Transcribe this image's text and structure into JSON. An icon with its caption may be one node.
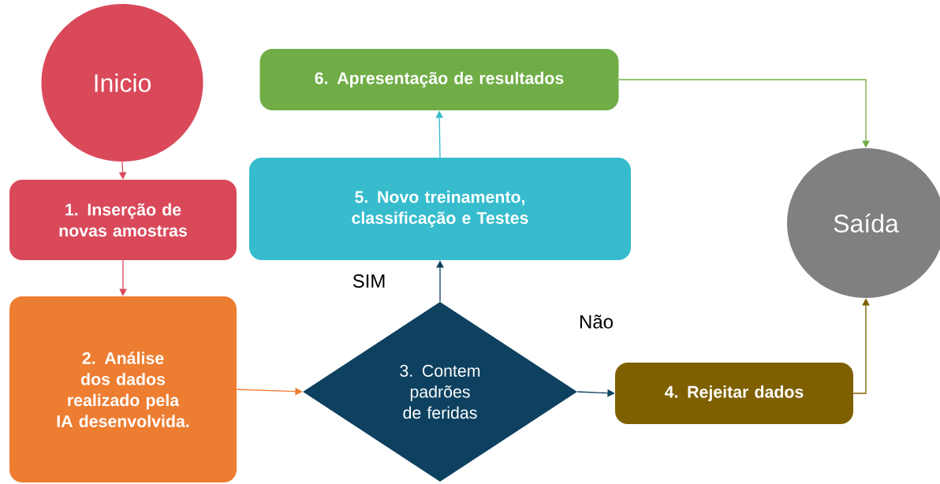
{
  "diagram": {
    "nodes": [
      {
        "text": [
          "Inicio"
        ]
      },
      {
        "text": [
          "1. Inserção de novas amostras"
        ]
      },
      {
        "text": [
          "2. Análise dos dados realizado pela IA desenvolvida."
        ]
      },
      {
        "text": [
          "3. Contem padrões de feridas"
        ]
      },
      {
        "text": [
          "4. Rejeitar dados"
        ]
      },
      {
        "text": [
          "5. Novo treinamento, classificação e Testes"
        ]
      },
      {
        "text": [
          "6. Apresentação de resultados"
        ]
      },
      {
        "text": [
          "Saída"
        ]
      }
    ],
    "edges": [
      {
        "from": 0,
        "to": 1,
        "arrow": "to",
        "color": "#d9495a"
      },
      {
        "from": 1,
        "to": 2,
        "arrow": "to",
        "color": "#d9495a"
      },
      {
        "from": 2,
        "to": 3,
        "arrow": "to",
        "color": "#ed7d31"
      },
      {
        "from": 3,
        "to": 5,
        "arrow": "to",
        "label": "SIM",
        "color": "#0e4160"
      },
      {
        "from": 3,
        "to": 4,
        "arrow": "to",
        "label": "Não",
        "color": "#0e4160"
      },
      {
        "from": 5,
        "to": 6,
        "arrow": "to",
        "color": "#36bccd"
      },
      {
        "from": 6,
        "to": 7,
        "arrow": "to",
        "color": "#70ad47"
      },
      {
        "from": 4,
        "to": 7,
        "arrow": "to",
        "color": "#7f6000"
      }
    ]
  }
}
